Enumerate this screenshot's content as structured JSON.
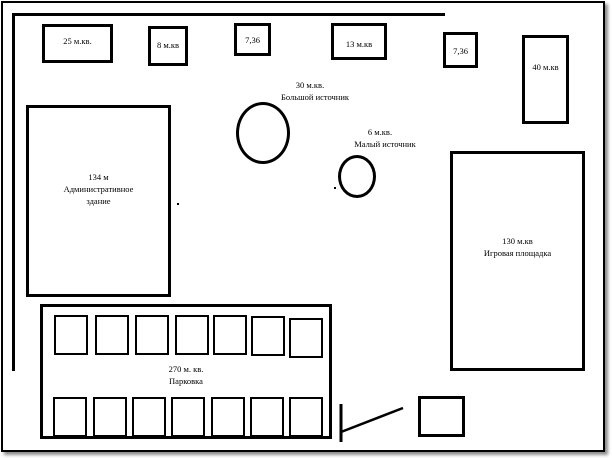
{
  "plan": {
    "top_blocks": [
      {
        "id": "b25",
        "label": "25 м.кв."
      },
      {
        "id": "b8",
        "label": "8 м.кв"
      },
      {
        "id": "b736a",
        "label": "7,36"
      },
      {
        "id": "b13",
        "label": "13 м.кв"
      },
      {
        "id": "b736b",
        "label": "7,36"
      },
      {
        "id": "b40",
        "label": "40 м.кв"
      }
    ],
    "admin": {
      "area": "134 м",
      "name_line1": "Административное",
      "name_line2": "здание"
    },
    "big_fountain": {
      "area": "30 м.кв.",
      "name": "Большой источник"
    },
    "small_fountain": {
      "area": "6 м.кв.",
      "name": "Малый источник"
    },
    "playground": {
      "area": "130 м.кв",
      "name": "Игровая площадка"
    },
    "parking": {
      "area": "270 м. кв.",
      "name": "Парковка"
    }
  }
}
